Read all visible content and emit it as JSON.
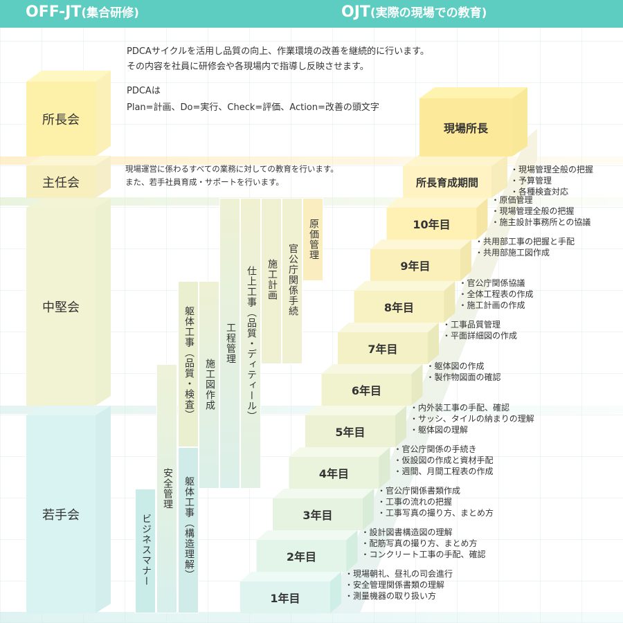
{
  "header": {
    "left_title": "OFF-JT",
    "left_sub": "(集合研修)",
    "right_title": "OJT",
    "right_sub": "(実際の現場での教育)"
  },
  "intro": {
    "line1": "PDCAサイクルを活用し品質の向上、作業環境の改善を継続的に行います。",
    "line2": "その内容を社員に研修会や各現場内で指導し反映させます。",
    "line3": "PDCAは",
    "line4": "Plan=計画、Do=実行、Check=評価、Action=改善の頭文字"
  },
  "note": {
    "line1": "現場運営に係わるすべての業務に対しての教育を行います。",
    "line2": "また、若手社員育成・サポートを行います。"
  },
  "offjt_blocks": {
    "shochokai": "所長会",
    "shuninkai": "主任会",
    "chukenkai": "中堅会",
    "wakatekai": "若手会"
  },
  "bars": {
    "business_manner": "ビジネスマナー",
    "safety": "安全管理",
    "kutai_kozo": "躯体工事（構造理解）",
    "kutai_hinshitsu": "躯体工事（品質・検査）",
    "sekozu": "施工図作成",
    "koteikanri": "工程管理",
    "shiage": "仕上工事（品質・ディティール）",
    "sekokeikaku": "施工計画",
    "kankocho": "官公庁関係手続",
    "genkakanri": "原価管理"
  },
  "steps": [
    {
      "label": "1年目",
      "bullets": [
        "・現場朝礼、昼礼の司会進行",
        "・安全管理関係書類の理解",
        "・測量機器の取り扱い方"
      ]
    },
    {
      "label": "2年目",
      "bullets": [
        "・設計図書構造図の理解",
        "・配筋写真の撮り方、まとめ方",
        "・コンクリート工事の手配、確認"
      ]
    },
    {
      "label": "3年目",
      "bullets": [
        "・官公庁関係書類作成",
        "・工事の流れの把握",
        "・工事写真の撮り方、まとめ方"
      ]
    },
    {
      "label": "4年目",
      "bullets": [
        "・官公庁関係の手続き",
        "・仮設図の作成と資材手配",
        "・週間、月間工程表の作成"
      ]
    },
    {
      "label": "5年目",
      "bullets": [
        "・内外装工事の手配、確認",
        "・サッシ、タイルの納まりの理解",
        "・躯体図の理解"
      ]
    },
    {
      "label": "6年目",
      "bullets": [
        "・躯体図の作成",
        "・製作物図面の確認"
      ]
    },
    {
      "label": "7年目",
      "bullets": [
        "・工事品質管理",
        "・平面詳細図の作成"
      ]
    },
    {
      "label": "8年目",
      "bullets": [
        "・官公庁関係協議",
        "・全体工程表の作成",
        "・施工計画の作成"
      ]
    },
    {
      "label": "9年目",
      "bullets": [
        "・共用部工事の把握と手配",
        "・共用部施工図作成"
      ]
    },
    {
      "label": "10年目",
      "bullets": [
        "・原価管理",
        "・現場管理全般の把握",
        "・施主設計事務所との協議"
      ]
    }
  ],
  "top": {
    "ikusei": "所長育成期間",
    "ikusei_bullets": [
      "・現場管理全般の把握",
      "・予算管理",
      "・各種検査対応"
    ],
    "genba_shocho": "現場所長"
  },
  "colors": {
    "header": "#5ccdc0",
    "yellow": "#fdf0a8",
    "cream": "#f4f4d6",
    "mint": "#e0f5ec",
    "aqua": "#d8f3f3"
  }
}
